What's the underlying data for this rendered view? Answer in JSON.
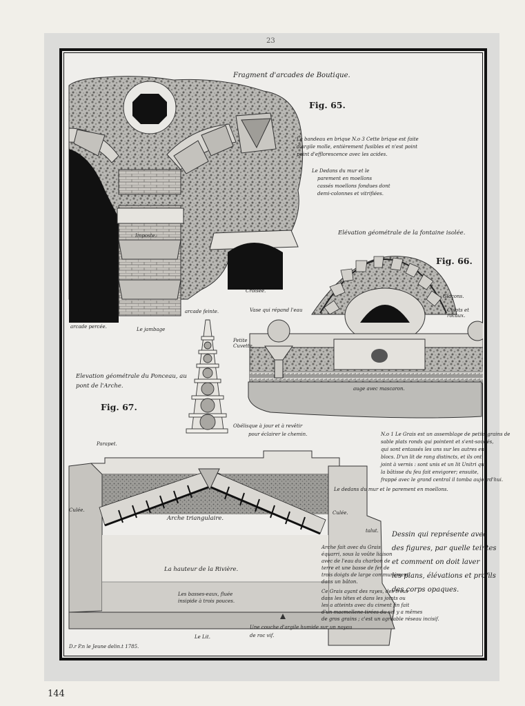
{
  "page": {
    "top_number": "23",
    "bottom_number": "144"
  },
  "plate": {
    "fig65": {
      "label": "Fig. 65.",
      "title": "Fragment d'arcades de Boutique.",
      "note1": [
        "Le bandeau en brique N.o 3 Cette brique est faite",
        "d'argile molle, entièrement fusibles et n'est point",
        "point d'efflorescence avec les acides."
      ],
      "note2": [
        "Le Dedans du mur et le",
        "parement en moellons",
        "cassés moellons fondues dont",
        "demi-colonnes et vitrifiées."
      ],
      "label_imposte": "Imposte.",
      "label_arcade_percee": "arcade percée.",
      "label_jambage": "Le jambage",
      "label_arcade_feinte": "arcade feinte.",
      "label_croisee": "Croisée."
    },
    "fig66": {
      "label": "Fig. 66.",
      "title": "Elévation géométrale de la fontaine isolée.",
      "label_glacons": "Glaçons.",
      "label_culots": "Culots et rocaux.",
      "label_vase": "Vase qui répand l'eau",
      "label_petite_cuvette": "Petite Cuvette.",
      "label_auge": "auge avec mascaron."
    },
    "fig67": {
      "label": "Fig. 67.",
      "title": [
        "Elevation géométrale du Ponceau, au",
        "pont de l'Arche."
      ],
      "label_obelisque": [
        "Obélisque à jour et à revêtir",
        "pour éclairer le chemin."
      ],
      "label_parapet": "Parapet.",
      "label_culee_left": "Culée.",
      "label_culee_right": "Culée.",
      "label_talut": "talut.",
      "label_arche": "Arche triangulaire.",
      "label_hauteur": "La hauteur de la Rivière.",
      "label_basses_eaux": [
        "Les basses-eaux, fluée",
        "insipide à trois pouces."
      ],
      "label_lit": "Le Lit.",
      "label_couche": [
        "Une couche d'argile humide sur un noyau",
        "de roc vif."
      ],
      "label_dedans": "Le dedans du mur et le parement en moellons.",
      "note_grain": [
        "N.o 1 Le Grais est un assemblage de petits grains de",
        "sable plats ronds qui pointent et s'ent-soudés,",
        "qui sont entassés les uns sur les autres en",
        "blocs. D'un lit de rang distincts, et ils ont",
        "joint à vernis : sont unis et un lit Unitri qui",
        "la bâtisse du feu fait envigorer; ensuite,",
        "frappé avec le grand central il tomba aujourd'hui."
      ],
      "note_arche": [
        "Arche fait avec du Grais",
        "équarri, sous la voûte liaison",
        "avec de l'eau du charbon de",
        "terre et une basse de fer de",
        "trois doigts de large communément",
        "dans un bâton.",
        "Ce Grais ayant des rayes, des trous",
        "dans les têtes et dans les joints ou",
        "les a atteints avec du ciment fin fait",
        "d'un macmellene tirées du sel y a mêmes",
        "de gros grains ; c'est un agréable réseau incisif."
      ],
      "note_dessin": [
        "Dessin qui représente avec",
        "des figures, par quelle teintes",
        "et comment on doit laver",
        "les plans, élévations et profils",
        "des corps opaques."
      ],
      "signature": "D.r P.n le Jeune delin.t 1785."
    }
  }
}
